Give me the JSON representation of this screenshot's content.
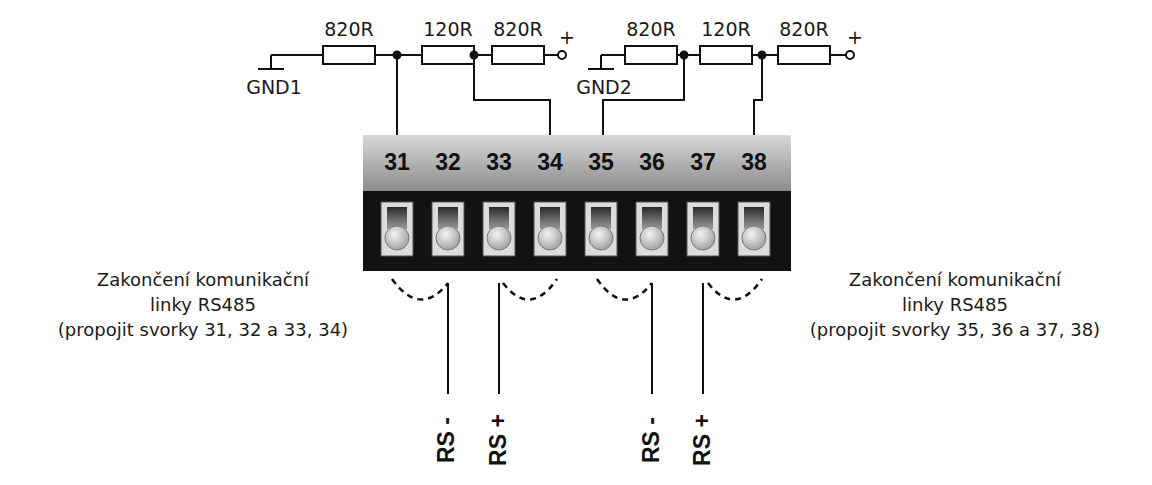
{
  "diagram": {
    "labels": [
      "820R",
      "120R",
      "820R",
      "+",
      "GND1",
      "820R",
      "120R",
      "820R",
      "+",
      "GND2",
      "31",
      "32",
      "33",
      "34",
      "35",
      "36",
      "37",
      "38",
      "Zakončení komunikační",
      "linky RS485",
      "(propojit svorky 31, 32 a 33, 34)",
      "Zakončení komunikační",
      "linky RS485",
      "(propojit svorky 35, 36 a 37, 38)",
      "RS -",
      "RS +",
      "RS -",
      "RS +"
    ]
  }
}
